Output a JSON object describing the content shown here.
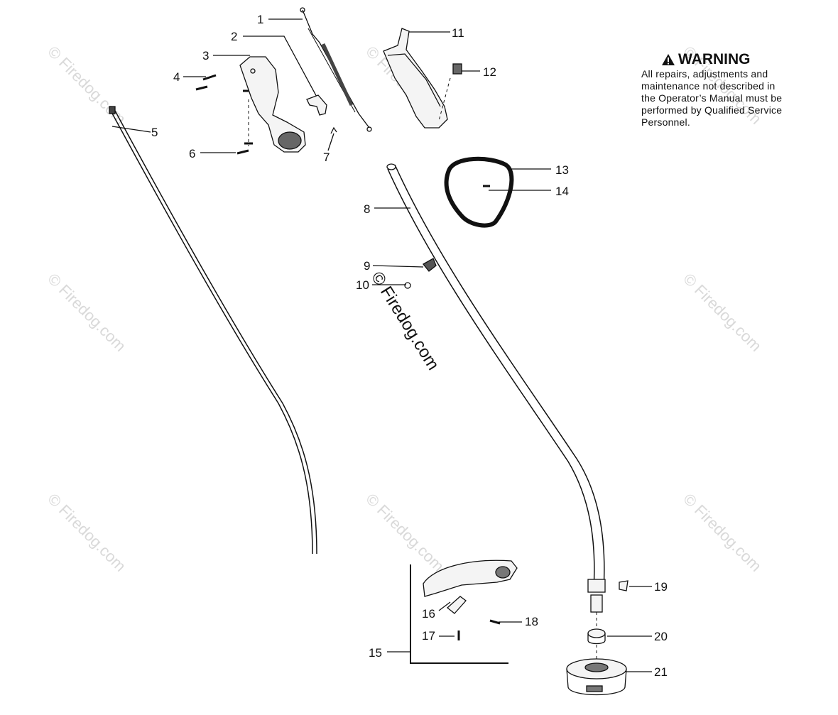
{
  "warning": {
    "icon": "warning-triangle-icon",
    "title": "WARNING",
    "text": "All repairs, adjustments and\nmaintenance not described in\nthe Operator’s Manual must be\nperformed by Qualified Service\nPersonnel."
  },
  "watermark": {
    "text": "© Firedog.com",
    "center_text": "© Firedog.com"
  },
  "callouts": {
    "c1": "1",
    "c2": "2",
    "c3": "3",
    "c4": "4",
    "c5": "5",
    "c6": "6",
    "c7": "7",
    "c8": "8",
    "c9": "9",
    "c10": "10",
    "c11": "11",
    "c12": "12",
    "c13": "13",
    "c14": "14",
    "c15": "15",
    "c16": "16",
    "c17": "17",
    "c18": "18",
    "c19": "19",
    "c20": "20",
    "c21": "21"
  },
  "colors": {
    "line": "#111111",
    "watermark": "#d9d9d9",
    "part_fill": "#f4f4f4",
    "dark_fill": "#555555"
  }
}
